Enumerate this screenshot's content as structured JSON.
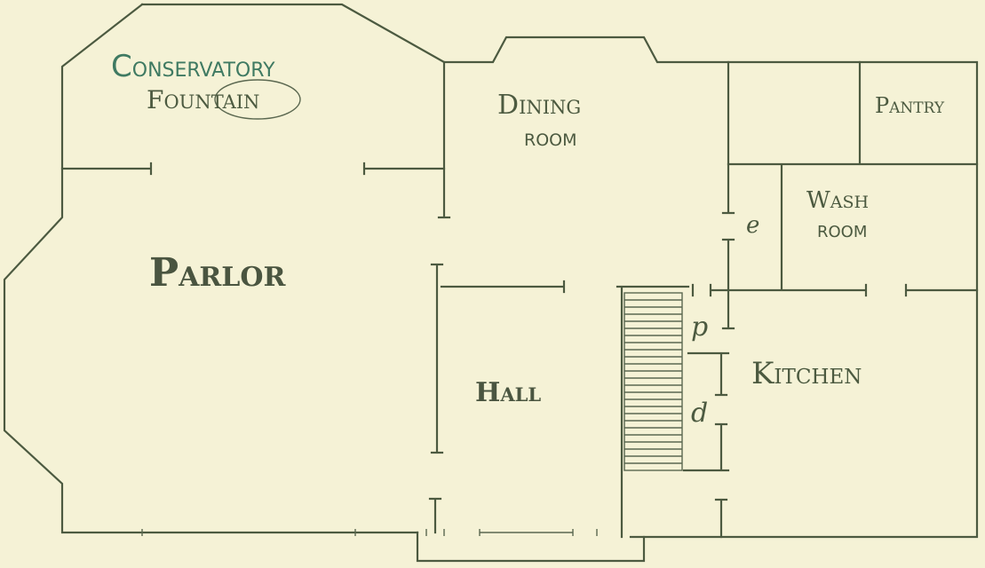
{
  "rooms": {
    "conservatory": {
      "first": "C",
      "rest": "ONSERVATORY"
    },
    "fountain": {
      "first": "F",
      "rest": "OUNTAIN"
    },
    "dining": {
      "first": "D",
      "rest": "INING"
    },
    "dining_room": "ROOM",
    "pantry": {
      "first": "P",
      "rest": "ANTRY"
    },
    "wash": {
      "first": "W",
      "rest": "ASH"
    },
    "wash_room": "ROOM",
    "parlor": {
      "first": "P",
      "rest": "ARLOR"
    },
    "hall": {
      "first": "H",
      "rest": "ALL"
    },
    "kitchen": {
      "first": "K",
      "rest": "ITCHEN"
    }
  },
  "markers": {
    "e": "e",
    "p": "p",
    "d": "d"
  },
  "colors": {
    "background": "#f5f2d6",
    "ink": "#4c5a40",
    "conservatory_ink": "#3f7a62"
  }
}
